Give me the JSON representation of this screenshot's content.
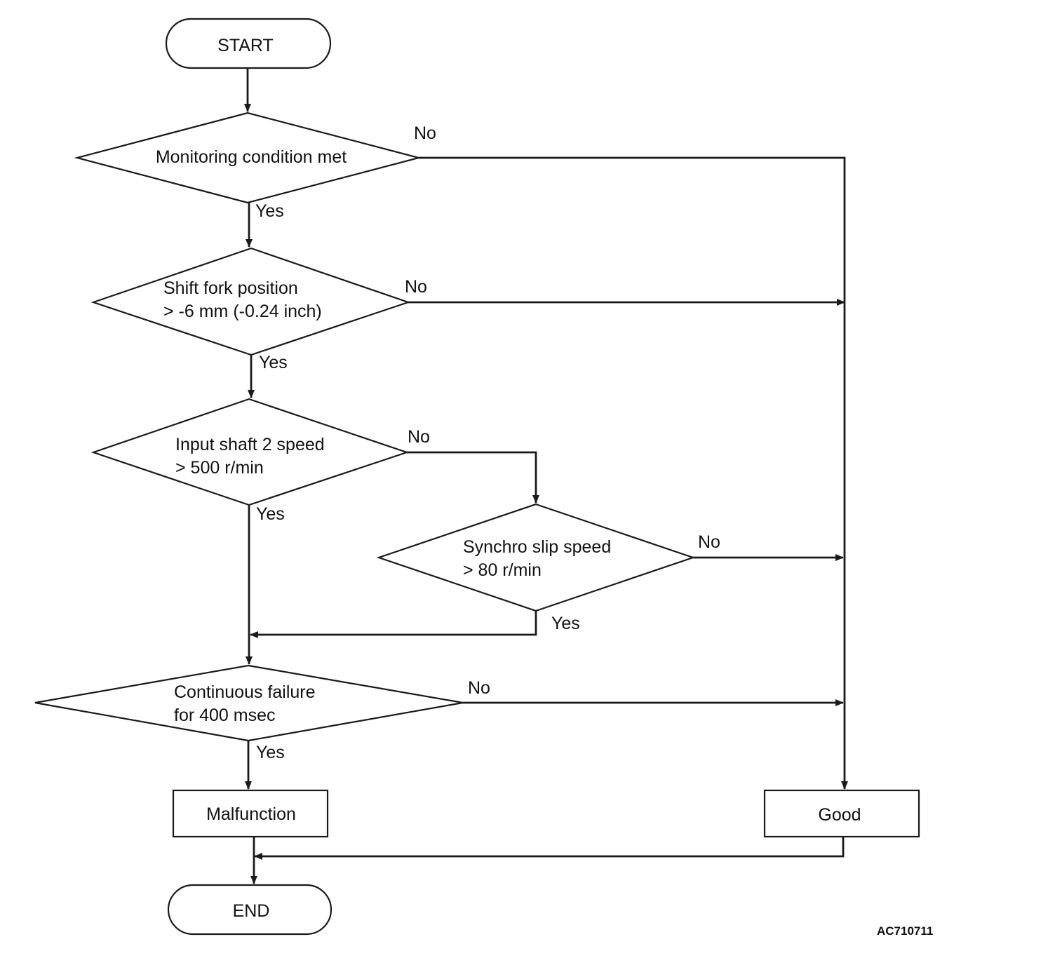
{
  "nodes": {
    "start": {
      "lines": [
        "START"
      ]
    },
    "monitoring": {
      "lines": [
        "Monitoring condition met"
      ]
    },
    "shift_fork": {
      "lines": [
        "Shift fork position",
        "> -6 mm (-0.24 inch)"
      ]
    },
    "input_shaft": {
      "lines": [
        "Input shaft 2 speed",
        "> 500 r/min"
      ]
    },
    "synchro": {
      "lines": [
        "Synchro slip speed",
        "> 80 r/min"
      ]
    },
    "continuous": {
      "lines": [
        "Continuous failure",
        "for 400 msec"
      ]
    },
    "malfunction": {
      "lines": [
        "Malfunction"
      ]
    },
    "good": {
      "lines": [
        "Good"
      ]
    },
    "end": {
      "lines": [
        "END"
      ]
    }
  },
  "edges": [
    {
      "id": "start-monitoring",
      "from": "start",
      "to": "monitoring",
      "label": ""
    },
    {
      "id": "monitoring-no",
      "from": "monitoring",
      "to": "good",
      "label": "No"
    },
    {
      "id": "monitoring-yes",
      "from": "monitoring",
      "to": "shift_fork",
      "label": "Yes"
    },
    {
      "id": "shift-no",
      "from": "shift_fork",
      "to": "good",
      "label": "No"
    },
    {
      "id": "shift-yes",
      "from": "shift_fork",
      "to": "input_shaft",
      "label": "Yes"
    },
    {
      "id": "input-no",
      "from": "input_shaft",
      "to": "synchro",
      "label": "No"
    },
    {
      "id": "input-yes",
      "from": "input_shaft",
      "to": "continuous",
      "label": "Yes"
    },
    {
      "id": "synchro-no",
      "from": "synchro",
      "to": "good",
      "label": "No"
    },
    {
      "id": "synchro-yes",
      "from": "synchro",
      "to": "continuous",
      "label": "Yes"
    },
    {
      "id": "continuous-no",
      "from": "continuous",
      "to": "good",
      "label": "No"
    },
    {
      "id": "continuous-yes",
      "from": "continuous",
      "to": "malfunction",
      "label": "Yes"
    },
    {
      "id": "malfunction-end",
      "from": "malfunction",
      "to": "end",
      "label": ""
    },
    {
      "id": "good-end",
      "from": "good",
      "to": "end",
      "label": ""
    }
  ],
  "reference_code": "AC710711"
}
